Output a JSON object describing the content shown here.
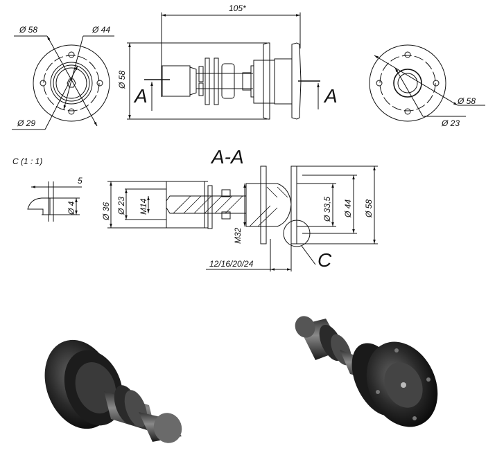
{
  "front_view": {
    "d58": "Ø 58",
    "d44": "Ø 44",
    "d29": "Ø 29"
  },
  "side_view": {
    "length": "105*",
    "d58": "Ø 58",
    "section_mark_left": "A",
    "section_mark_right": "A"
  },
  "rear_view": {
    "d58": "Ø 58",
    "d23": "Ø 23"
  },
  "detail": {
    "title": "C (1 : 1)",
    "dim5": "5",
    "d4": "Ø 4"
  },
  "section": {
    "title": "A-A",
    "d36": "Ø 36",
    "d23": "Ø 23",
    "m14": "M14",
    "m32": "M32",
    "d335": "Ø 33,5",
    "d44": "Ø 44",
    "d58": "Ø 58",
    "thickness": "12/16/20/24",
    "detail_callout": "C"
  }
}
